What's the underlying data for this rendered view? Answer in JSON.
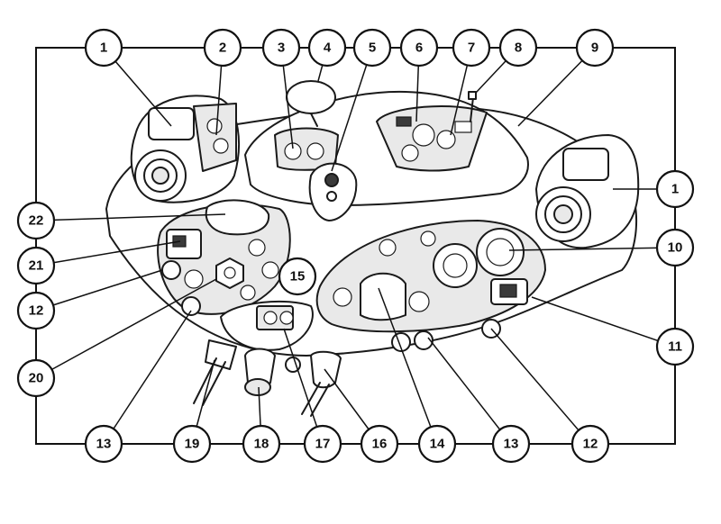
{
  "callouts": {
    "top": [
      "1",
      "2",
      "3",
      "4",
      "5",
      "6",
      "7",
      "8",
      "9"
    ],
    "right": [
      "1",
      "10",
      "11"
    ],
    "bottom": [
      "13",
      "19",
      "18",
      "17",
      "16",
      "14",
      "13",
      "12"
    ],
    "left": [
      "22",
      "21",
      "12",
      "20"
    ],
    "inner": [
      "15"
    ]
  },
  "colors": {
    "ink": "#1a1a1a",
    "paper": "#ffffff"
  }
}
